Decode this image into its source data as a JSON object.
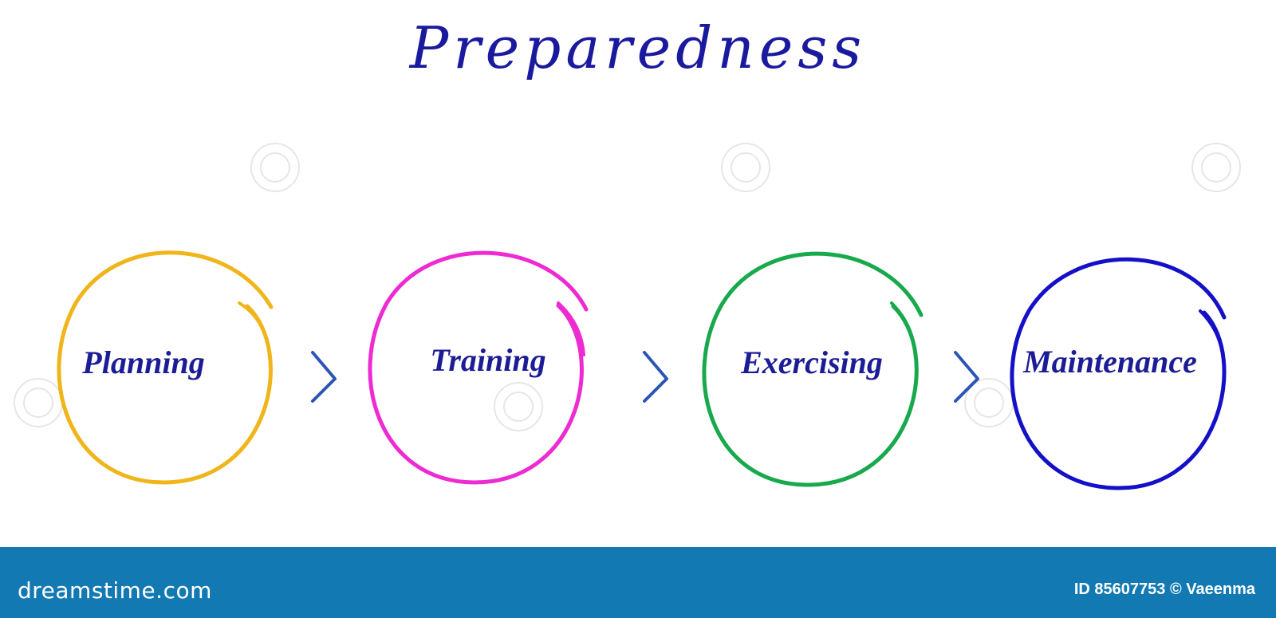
{
  "title": "Preparedness",
  "steps": [
    {
      "label": "Planning",
      "color": "#f0b51b"
    },
    {
      "label": "Training",
      "color": "#ee2bd2"
    },
    {
      "label": "Exercising",
      "color": "#18a94d"
    },
    {
      "label": "Maintenance",
      "color": "#1410c8"
    }
  ],
  "arrow_color": "#2b55b5",
  "footer": {
    "brand": "dreamstime.com",
    "credit": "ID 85607753 © Vaeenma",
    "background": "#1279b3"
  }
}
